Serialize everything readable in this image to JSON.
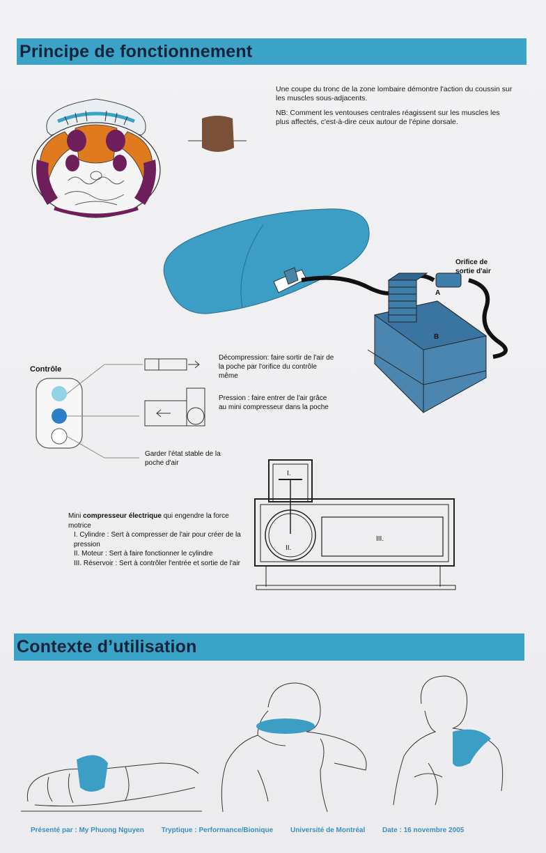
{
  "sections": {
    "principle_title": "Principe de fonctionnement",
    "context_title": "Contexte d’utilisation"
  },
  "intro": {
    "p1": "Une coupe du tronc de la zone lombaire démontre l'action du coussin sur les muscles sous-adjacents.",
    "p2": "NB: Comment les ventouses centrales réagissent sur les muscles les plus affectés, c'est-à-dire ceux autour de l'épine dorsale."
  },
  "labels": {
    "orifice": "Orifice de sortie d'air",
    "a": "A",
    "b": "B",
    "controle": "Contrôle",
    "decompression": "Décompression: faire sortir de l'air de  la poche par l'orifice du contrôle même",
    "pression": "Pression : faire entrer de l'air grâce au mini compresseur dans la poche",
    "stable": "Garder l'état stable de la poche d'air"
  },
  "compressor": {
    "intro_pre": "Mini ",
    "intro_bold": "compresseur électrique",
    "intro_post": " qui engendre la force motrice",
    "item1": "I. Cylindre : Sert à compresser de l'air pour créer de la pression",
    "item2": "II. Moteur : Sert à faire fonctionner le cylindre",
    "item3": "III. Réservoir : Sert à contrôler l'entrée et sortie de l'air",
    "label_i": "I.",
    "label_ii": "II.",
    "label_iii": "III."
  },
  "footer": {
    "presenter": "Présenté par : My Phuong Nguyen",
    "tryptique": "Tryptique : Performance/Bionique",
    "university": "Université de Montréal",
    "date": "Date : 16 novembre 2005"
  },
  "colors": {
    "band": "#3aa3c7",
    "cushion": "#3c9ec4",
    "compressor": "#3e7ea8",
    "button_light": "#8fd3e4",
    "button_dark": "#2b7fc4",
    "muscle_orange": "#e07a1f",
    "muscle_purple": "#6e1f5b",
    "footer_text": "#3a8fc0"
  }
}
